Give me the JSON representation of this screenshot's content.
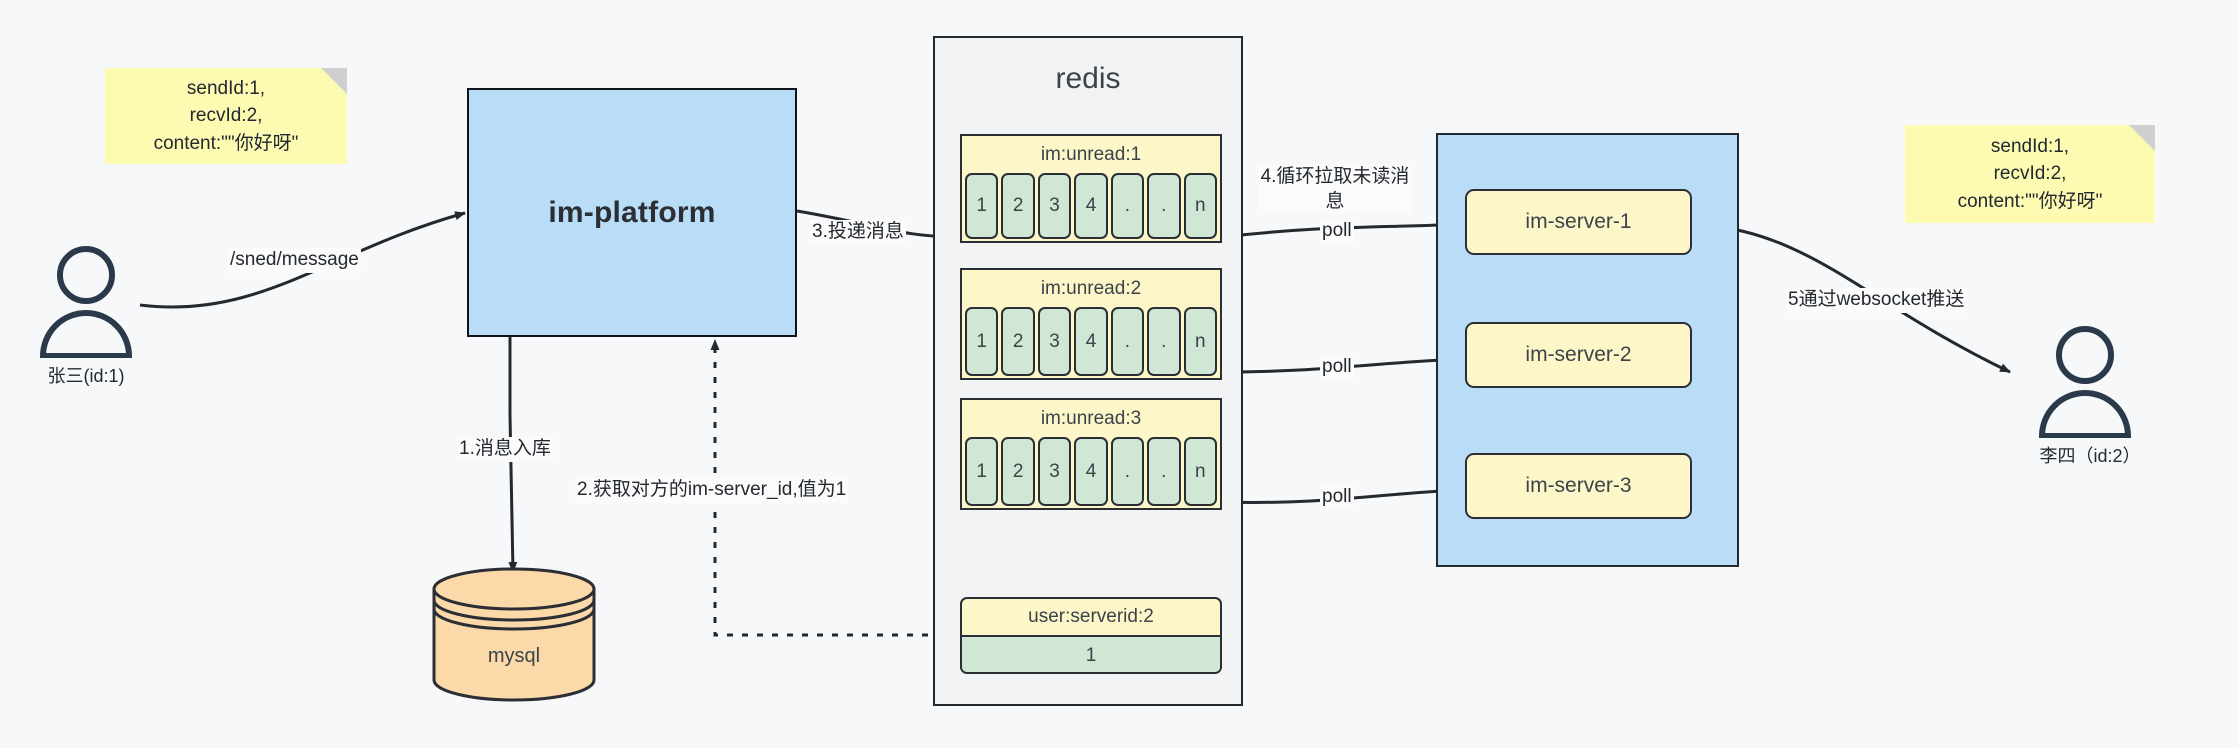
{
  "diagram": {
    "title": "IM message delivery architecture",
    "colors": {
      "sticky": "#fdfab2",
      "blue_box": "#b9dcf7",
      "yellow_box": "#fdf6c8",
      "green_cell": "#cfe7d4",
      "mysql_orange": "#fbd9a8",
      "stroke": "#23292f",
      "background": "#f7f8fa"
    }
  },
  "sticky_notes": [
    {
      "id": "left-note",
      "text": "sendId:1,\nrecvId:2,\ncontent:\"\"你好呀\""
    },
    {
      "id": "right-note",
      "text": "sendId:1,\nrecvId:2,\ncontent:\"\"你好呀\""
    }
  ],
  "actors": [
    {
      "id": "sender",
      "label": "张三(id:1)"
    },
    {
      "id": "receiver",
      "label": "李四（id:2）"
    }
  ],
  "platform": {
    "label": "im-platform"
  },
  "database": {
    "label": "mysql"
  },
  "redis": {
    "title": "redis",
    "lists": [
      {
        "key": "im:unread:1",
        "cells": [
          "1",
          "2",
          "3",
          "4",
          ".",
          ".",
          "n"
        ]
      },
      {
        "key": "im:unread:2",
        "cells": [
          "1",
          "2",
          "3",
          "4",
          ".",
          ".",
          "n"
        ]
      },
      {
        "key": "im:unread:3",
        "cells": [
          "1",
          "2",
          "3",
          "4",
          ".",
          ".",
          "n"
        ]
      }
    ],
    "kv": {
      "key": "user:serverid:2",
      "value": "1"
    }
  },
  "servers": [
    {
      "label": "im-server-1"
    },
    {
      "label": "im-server-2"
    },
    {
      "label": "im-server-3"
    }
  ],
  "edge_labels": {
    "send_message": "/sned/message",
    "step1": "1.消息入库",
    "step2": "2.获取对方的im-server_id,值为1",
    "step3": "3.投递消息",
    "step4": "4.循环拉取未读消\n息",
    "poll_1": "poll",
    "poll_2": "poll",
    "poll_3": "poll",
    "step5": "5通过websocket推送"
  }
}
